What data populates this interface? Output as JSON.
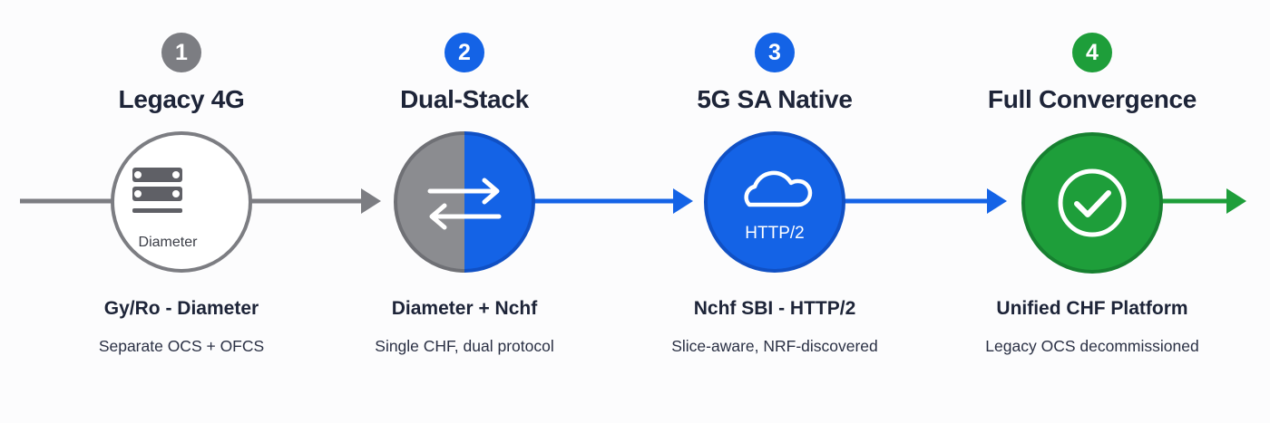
{
  "colors": {
    "gray": "#7c7d82",
    "blue": "#1463e6",
    "green": "#1e9e3a",
    "text_dark": "#1d2438"
  },
  "stages": [
    {
      "number": "1",
      "title": "Legacy 4G",
      "icon": "server-rack-icon",
      "icon_label": "Diameter",
      "protocol": "Gy/Ro - Diameter",
      "description": "Separate OCS + OFCS"
    },
    {
      "number": "2",
      "title": "Dual-Stack",
      "icon": "bidirectional-arrows-icon",
      "protocol": "Diameter + Nchf",
      "description": "Single CHF, dual protocol"
    },
    {
      "number": "3",
      "title": "5G SA Native",
      "icon": "cloud-icon",
      "icon_label": "HTTP/2",
      "protocol": "Nchf SBI - HTTP/2",
      "description": "Slice-aware, NRF-discovered"
    },
    {
      "number": "4",
      "title": "Full Convergence",
      "icon": "check-circle-icon",
      "protocol": "Unified CHF Platform",
      "description": "Legacy OCS decommissioned"
    }
  ]
}
